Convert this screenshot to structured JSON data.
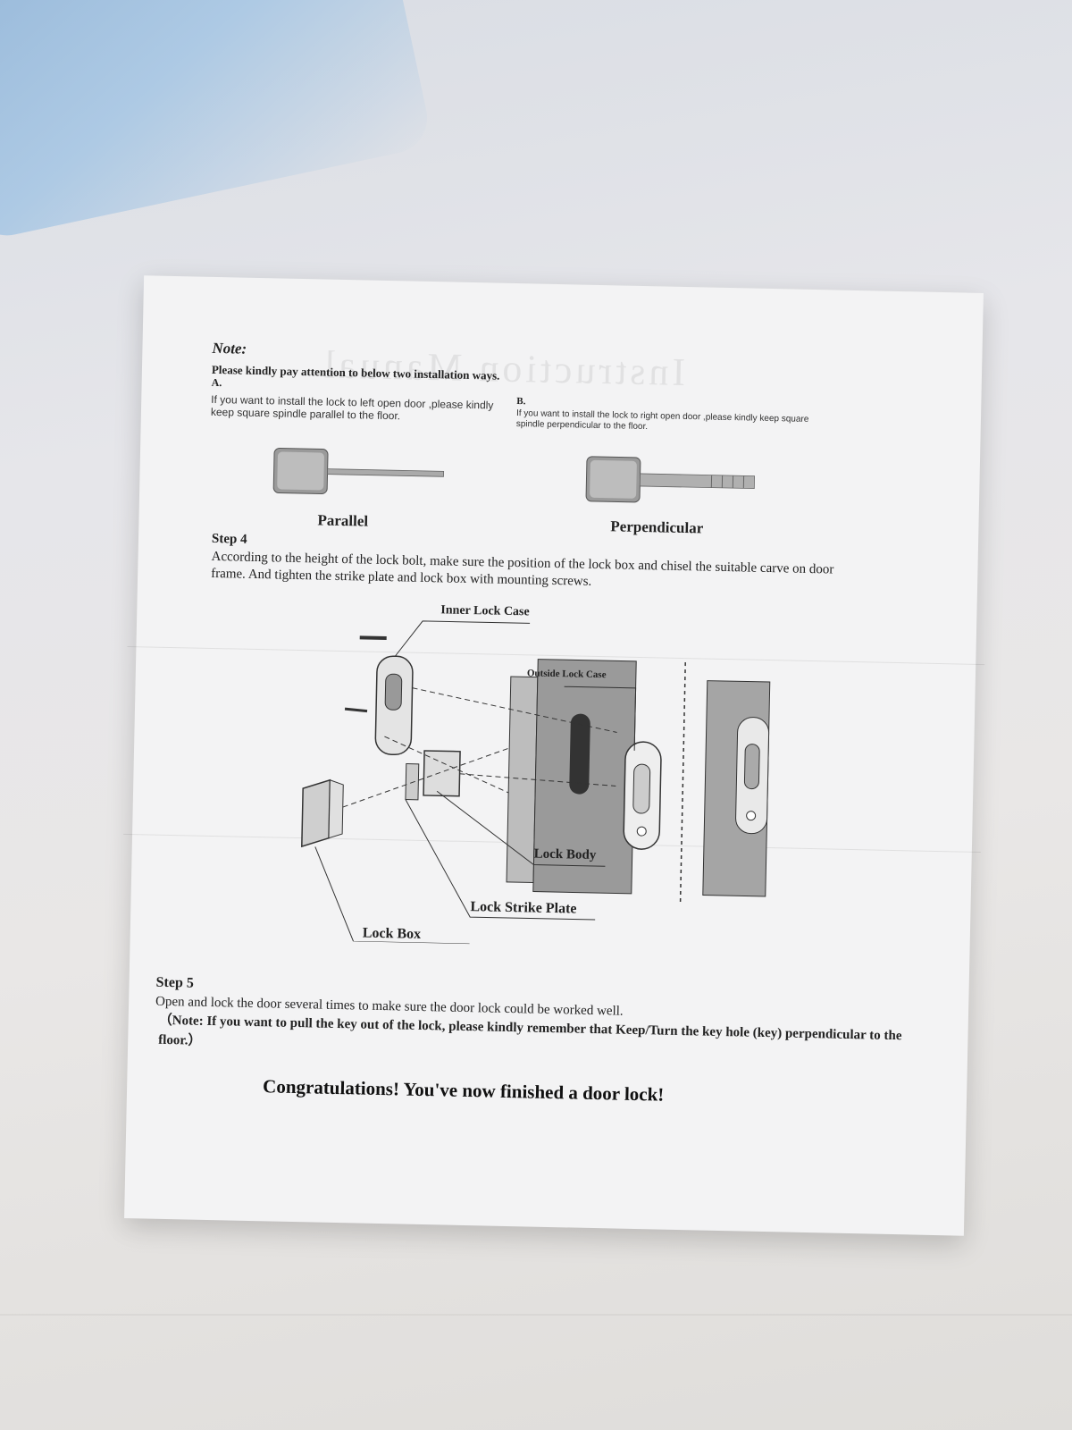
{
  "document": {
    "note_title": "Note:",
    "note_line": "Please kindly pay attention to below two installation ways.",
    "option_a": {
      "label": "A.",
      "text": "If you want to install the lock to left open door ,please kindly keep square spindle parallel to the floor.",
      "caption": "Parallel"
    },
    "option_b": {
      "label": "B.",
      "text": "If you want to install the lock to right open door ,please kindly keep square spindle perpendicular to the floor.",
      "caption": "Perpendicular"
    },
    "step4": {
      "title": "Step 4",
      "text": "According to the height of the lock bolt, make sure the position of the lock box and chisel the suitable carve on door frame. And tighten the strike plate and lock box with mounting screws."
    },
    "diagram_labels": {
      "inner_lock_case": "Inner Lock Case",
      "outside_lock_case": "Outside Lock Case",
      "lock_body": "Lock Body",
      "lock_strike_plate": "Lock Strike Plate",
      "lock_box": "Lock Box"
    },
    "step5": {
      "title": "Step 5",
      "text": "Open and lock the door several times to make sure the door lock could be worked well.",
      "note": "（Note: If you want to pull the key out of the lock, please kindly remember that Keep/Turn the key hole (key) perpendicular to the floor.）"
    },
    "congrats": "Congratulations! You've now finished a door lock!",
    "watermark": "Instruction Manual"
  }
}
